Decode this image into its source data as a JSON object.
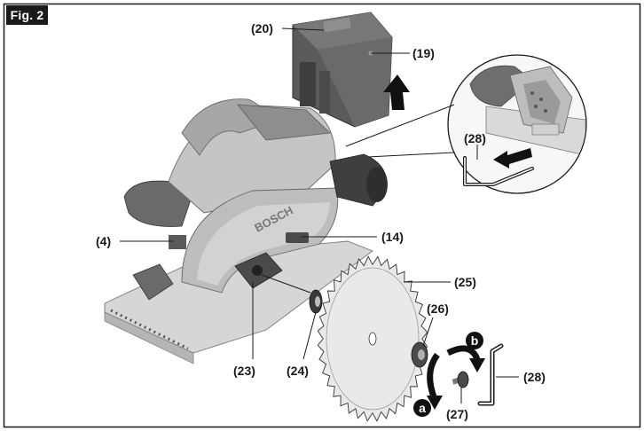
{
  "figure": {
    "tag": "Fig. 2",
    "brand_text": "BOSCH",
    "callouts": {
      "c20": "(20)",
      "c19": "(19)",
      "c28_inset": "(28)",
      "c4": "(4)",
      "c14": "(14)",
      "c25": "(25)",
      "c26": "(26)",
      "c23": "(23)",
      "c24": "(24)",
      "c28_key": "(28)",
      "c27": "(27)"
    },
    "step_markers": {
      "a": "a",
      "b": "b"
    }
  },
  "colors": {
    "frame": "#1a1a1a",
    "tool_light": "#c9c9c9",
    "tool_mid": "#8c8c8c",
    "tool_dark": "#4a4a4a",
    "battery": "#5a5a5a",
    "blade": "#e6e6e6",
    "arrow": "#111111"
  }
}
